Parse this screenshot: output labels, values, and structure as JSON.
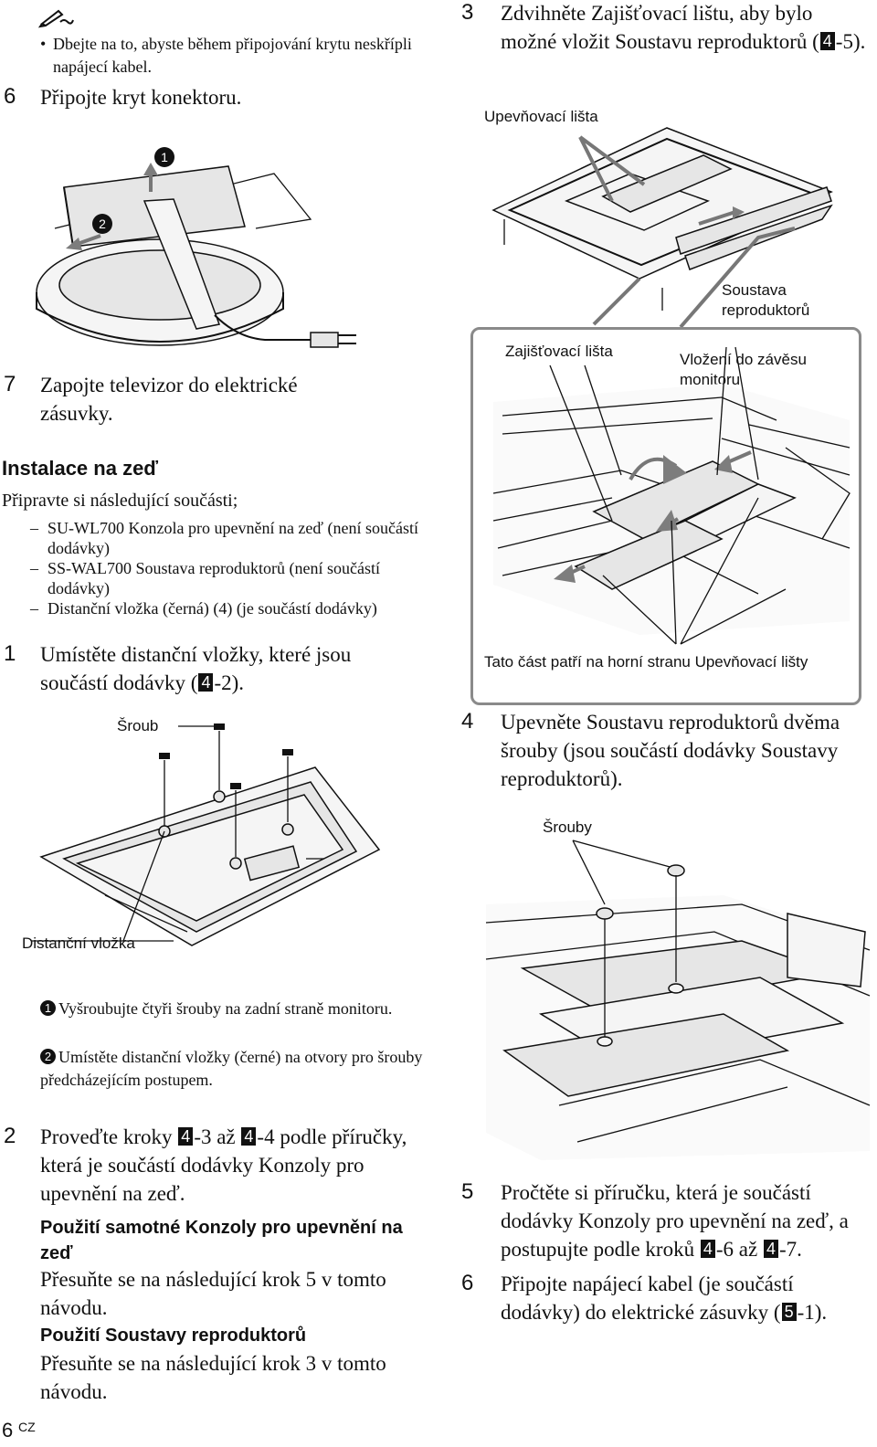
{
  "left": {
    "note_icon": "pencil-icon",
    "note_bullet": "Dbejte na to, abyste během připojování krytu neskřípli napájecí kabel.",
    "step6": {
      "num": "6",
      "text": "Připojte kryt konektoru."
    },
    "fig1_markers": [
      "1",
      "2"
    ],
    "step7": {
      "num": "7",
      "text": "Zapojte televizor do elektrické zásuvky."
    },
    "section_title": "Instalace na zeď",
    "prep_text": "Připravte si následující součásti;",
    "prep_items": [
      "SU-WL700 Konzola pro upevnění na zeď (není součástí dodávky)",
      "SS-WAL700 Soustava reproduktorů (není součástí dodávky)",
      "Distanční vložka (černá) (4) (je součástí dodávky)"
    ],
    "step1": {
      "num": "1",
      "text_a": "Umístěte distanční vložky, které jsou součástí dodávky (",
      "ref": "4",
      "text_b": "-2)."
    },
    "fig2_label_screw": "Šroub",
    "fig2_label_spacer": "Distanční vložka",
    "substeps": [
      {
        "marker": "1",
        "text": "Vyšroubujte čtyři šrouby na zadní straně monitoru."
      },
      {
        "marker": "2",
        "text": "Umístěte distanční vložky (černé) na otvory pro šrouby předcházejícím postupem."
      }
    ],
    "step2": {
      "num": "2",
      "text_a": "Proveďte kroky ",
      "ref1": "4",
      "text_b": "-3 až ",
      "ref2": "4",
      "text_c": "-4 podle příručky, která je součástí dodávky Konzoly pro upevnění na zeď."
    },
    "sub_a_title": "Použití samotné Konzoly pro upevnění na zeď",
    "sub_a_text": "Přesuňte se na následující krok 5 v tomto návodu.",
    "sub_b_title": "Použití Soustavy reproduktorů",
    "sub_b_text": "Přesuňte se na následující krok 3 v tomto návodu."
  },
  "right": {
    "step3": {
      "num": "3",
      "text_a": "Zdvihněte Zajišťovací lištu, aby bylo možné vložit Soustavu reproduktorů (",
      "ref": "4",
      "text_b": "-5)."
    },
    "fig3_label_rail": "Upevňovací lišta",
    "fig3_label_speaker": "Soustava reproduktorů",
    "fig4_label_lock": "Zajišťovací lišta",
    "fig4_label_insert": "Vložení do závěsu monitoru",
    "fig4_caption": "Tato část patří na horní stranu Upevňovací lišty",
    "step4": {
      "num": "4",
      "text": "Upevněte Soustavu reproduktorů dvěma šrouby (jsou součástí dodávky Soustavy reproduktorů)."
    },
    "fig5_label_screws": "Šrouby",
    "step5": {
      "num": "5",
      "text_a": "Pročtěte si příručku, která je součástí dodávky Konzoly pro upevnění na zeď, a postupujte podle kroků ",
      "ref1": "4",
      "text_b": "-6 až ",
      "ref2": "4",
      "text_c": "-7."
    },
    "step6": {
      "num": "6",
      "text_a": "Připojte napájecí kabel (je součástí dodávky) do elektrické zásuvky (",
      "ref": "5",
      "text_b": "-1)."
    }
  },
  "footer": {
    "page_number": "6",
    "language_code": "CZ"
  }
}
